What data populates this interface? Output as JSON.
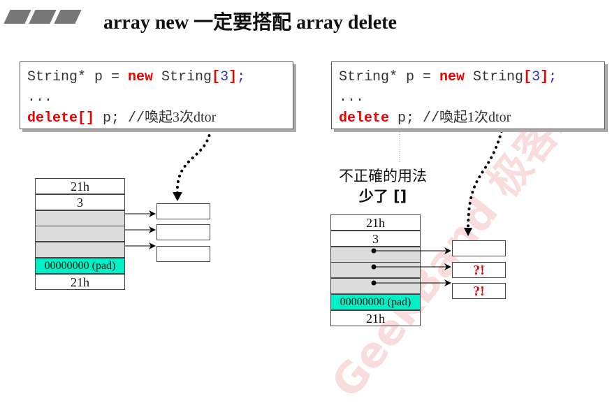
{
  "title": "array new 一定要搭配 array delete",
  "left": {
    "line1": {
      "a": "String* p = ",
      "kw": "new",
      "b": " String",
      "lb": "[",
      "n": "3",
      "rb": "]",
      "semi": ";"
    },
    "line2": "...",
    "line3": {
      "kw": "delete[]",
      "b": " p; //",
      "cm": "喚起3次dtor"
    },
    "rows": [
      "21h",
      "3",
      "",
      "",
      "",
      "00000000 (pad)",
      "21h"
    ]
  },
  "right": {
    "line1": {
      "a": "String* p = ",
      "kw": "new",
      "b": " String",
      "lb": "[",
      "n": "3",
      "rb": "]",
      "semi": ";"
    },
    "line2": "...",
    "line3": {
      "kw": "delete",
      "b": " p; //",
      "cm": "喚起1次dtor"
    },
    "note1": "不正確的用法",
    "note2": "少了 []",
    "rows": [
      "21h",
      "3",
      "",
      "",
      "",
      "00000000 (pad)",
      "21h"
    ],
    "objs": [
      "",
      "?!",
      "?!"
    ]
  },
  "watermark": "GeekBand 极客班"
}
